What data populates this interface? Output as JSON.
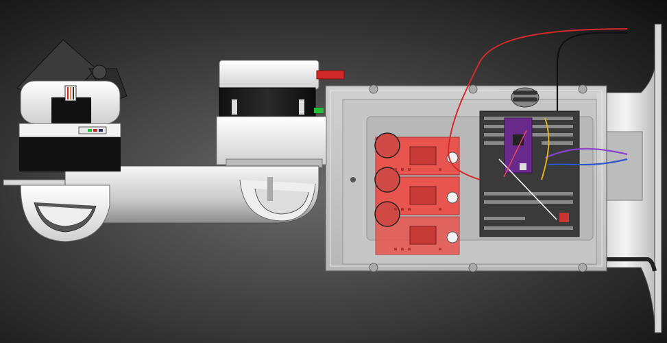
{
  "scene": {
    "background_color": "#2b2b2b",
    "parts": [
      {
        "part": "servo-gimbal-head",
        "icon": "gimbal-icon"
      },
      {
        "part": "stepper-motor",
        "icon": "motor-icon"
      },
      {
        "part": "trough-arm",
        "icon": "arm-icon"
      },
      {
        "part": "transparent-enclosure",
        "icon": "box-icon"
      },
      {
        "part": "stepper-driver-boards",
        "icon": "board-icon"
      },
      {
        "part": "controller-shield",
        "icon": "chip-icon"
      },
      {
        "part": "wiring",
        "icon": "wire-icon"
      },
      {
        "part": "mount-bracket",
        "icon": "bracket-icon"
      }
    ],
    "colors": {
      "driver_board": "#e8554f",
      "controller_purple": "#6a2a8c",
      "wire_red": "#d42a2a",
      "wire_black": "#111111",
      "wire_purple": "#8a3fd1",
      "wire_blue": "#2f56c9",
      "wire_yellow": "#e0b020",
      "rod_red": "#d02828",
      "indicator_green": "#1fbf3a"
    },
    "driver_board_count": 3
  }
}
